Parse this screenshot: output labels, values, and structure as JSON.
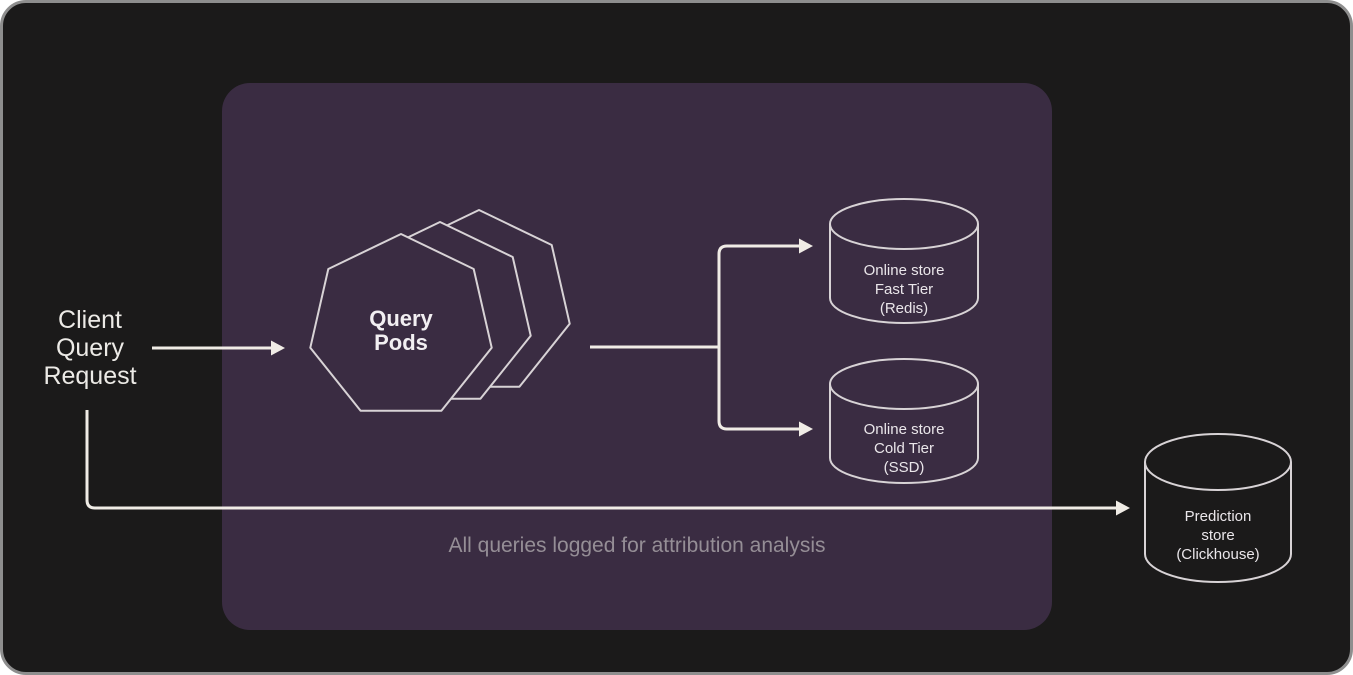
{
  "card": {
    "bg": "#1b1a1a",
    "border_color": "#8e8e8e"
  },
  "panel": {
    "bg": "#3a2c42",
    "caption": "All queries logged for attribution analysis",
    "caption_color": "#958e96"
  },
  "colors": {
    "arrow": "#f0ece6",
    "shape_stroke": "#d8d3d6",
    "text": "#eae7e3"
  },
  "nodes": {
    "client": {
      "label": "Client\nQuery\nRequest"
    },
    "query_pods": {
      "label": "Query\nPods"
    },
    "online_store_fast": {
      "label": "Online store\nFast Tier\n(Redis)"
    },
    "online_store_cold": {
      "label": "Online store\nCold Tier\n(SSD)"
    },
    "prediction_store": {
      "label": "Prediction\nstore\n(Clickhouse)"
    }
  }
}
